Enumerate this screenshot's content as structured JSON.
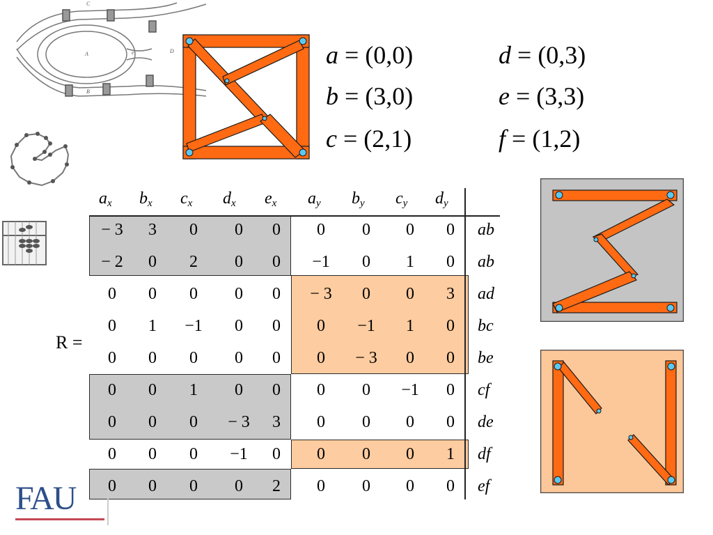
{
  "coordinates": [
    {
      "name": "a",
      "value": "(0,0)"
    },
    {
      "name": "b",
      "value": "(3,0)"
    },
    {
      "name": "c",
      "value": "(2,1)"
    },
    {
      "name": "d",
      "value": "(0,3)"
    },
    {
      "name": "e",
      "value": "(3,3)"
    },
    {
      "name": "f",
      "value": "(1,2)"
    }
  ],
  "matrix": {
    "label": "R =",
    "columns": [
      {
        "base": "a",
        "sub": "x"
      },
      {
        "base": "b",
        "sub": "x"
      },
      {
        "base": "c",
        "sub": "x"
      },
      {
        "base": "d",
        "sub": "x"
      },
      {
        "base": "e",
        "sub": "x"
      },
      {
        "base": "a",
        "sub": "y"
      },
      {
        "base": "b",
        "sub": "y"
      },
      {
        "base": "c",
        "sub": "y"
      },
      {
        "base": "d",
        "sub": "y"
      }
    ],
    "rows": [
      {
        "label": "ab",
        "values": [
          "− 3",
          "3",
          "0",
          "0",
          "0",
          "0",
          "0",
          "0",
          "0"
        ]
      },
      {
        "label": "ab",
        "values": [
          "− 2",
          "0",
          "2",
          "0",
          "0",
          "−1",
          "0",
          "1",
          "0"
        ]
      },
      {
        "label": "ad",
        "values": [
          "0",
          "0",
          "0",
          "0",
          "0",
          "− 3",
          "0",
          "0",
          "3"
        ]
      },
      {
        "label": "bc",
        "values": [
          "0",
          "1",
          "−1",
          "0",
          "0",
          "0",
          "−1",
          "1",
          "0"
        ]
      },
      {
        "label": "be",
        "values": [
          "0",
          "0",
          "0",
          "0",
          "0",
          "0",
          "− 3",
          "0",
          "0"
        ]
      },
      {
        "label": "cf",
        "values": [
          "0",
          "0",
          "1",
          "0",
          "0",
          "0",
          "0",
          "−1",
          "0"
        ]
      },
      {
        "label": "de",
        "values": [
          "0",
          "0",
          "0",
          "− 3",
          "3",
          "0",
          "0",
          "0",
          "0"
        ]
      },
      {
        "label": "df",
        "values": [
          "0",
          "0",
          "0",
          "−1",
          "0",
          "0",
          "0",
          "0",
          "1"
        ]
      },
      {
        "label": "ef",
        "values": [
          "0",
          "0",
          "0",
          "0",
          "2",
          "0",
          "0",
          "0",
          "0"
        ]
      }
    ]
  },
  "colors": {
    "bar": "#ff6a13",
    "joint": "#5cc8f0",
    "gray_panel": "#c4c4c4",
    "peach_panel": "#fcc89a",
    "logo": "#2d4f8a"
  },
  "icons": [
    "konigsberg-bridges-sketch",
    "polygon-chain-icon",
    "abacus-icon",
    "fau-logo"
  ],
  "logo": {
    "text": "FAU"
  }
}
